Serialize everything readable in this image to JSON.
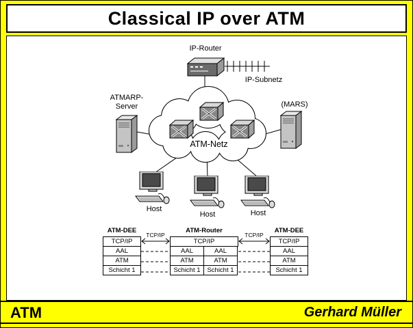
{
  "title": "Classical IP over ATM",
  "footer": {
    "left_label": "ATM",
    "author": "Gerhard Müller"
  },
  "diagram": {
    "ip_router_label": "IP-Router",
    "ip_subnetz_label": "IP-Subnetz",
    "atmarp_server_label_line1": "ATMARP-",
    "atmarp_server_label_line2": "Server",
    "mars_label": "(MARS)",
    "atm_netz_label": "ATM-Netz",
    "host_labels": [
      "Host",
      "Host",
      "Host"
    ]
  },
  "stack_table": {
    "left_stack": {
      "header": "ATM-DEE",
      "rows": [
        "TCP/IP",
        "AAL",
        "ATM",
        "Schicht 1"
      ]
    },
    "middle_stack": {
      "header": "ATM-Router",
      "top_row": "TCP/IP",
      "left_col": [
        "AAL",
        "ATM",
        "Schicht 1"
      ],
      "right_col": [
        "AAL",
        "ATM",
        "Schicht 1"
      ]
    },
    "right_stack": {
      "header": "ATM-DEE",
      "rows": [
        "TCP/IP",
        "AAL",
        "ATM",
        "Schicht 1"
      ]
    },
    "left_link_label": "TCP/IP",
    "right_link_label": "TCP/IP"
  },
  "colors": {
    "frame": "#ffff00",
    "line": "#000000"
  }
}
